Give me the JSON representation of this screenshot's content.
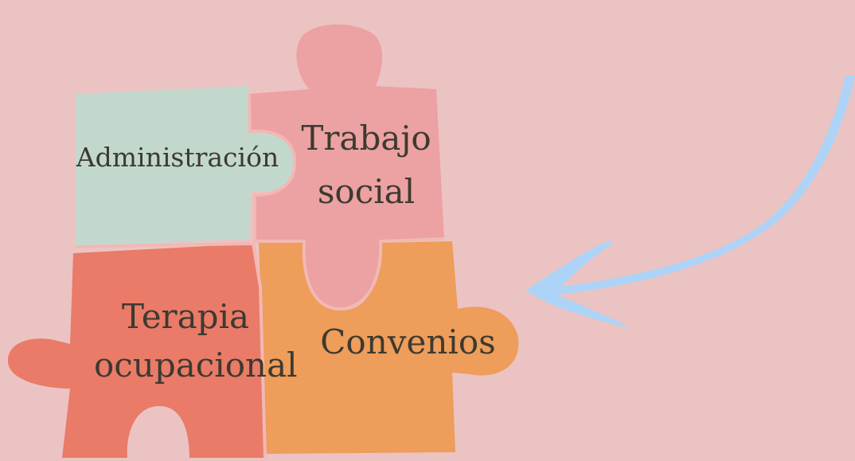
{
  "colors": {
    "background": "#ecc3c3",
    "administracion": "#c3d8cd",
    "trabajo_social": "#eca1a2",
    "terapia_ocupacional": "#e97b68",
    "convenios": "#ee9d5a",
    "arrow": "#add4f7",
    "outline": "#f2b8b4",
    "text": "#3d3a30"
  },
  "pieces": {
    "administracion": {
      "label": "Administración"
    },
    "trabajo_social": {
      "line1": "Trabajo",
      "line2": "social"
    },
    "terapia_ocupacional": {
      "line1": "Terapia",
      "line2": "ocupacional"
    },
    "convenios": {
      "label": "Convenios"
    }
  },
  "arrow": {
    "icon": "curved-arrow-left-icon"
  }
}
